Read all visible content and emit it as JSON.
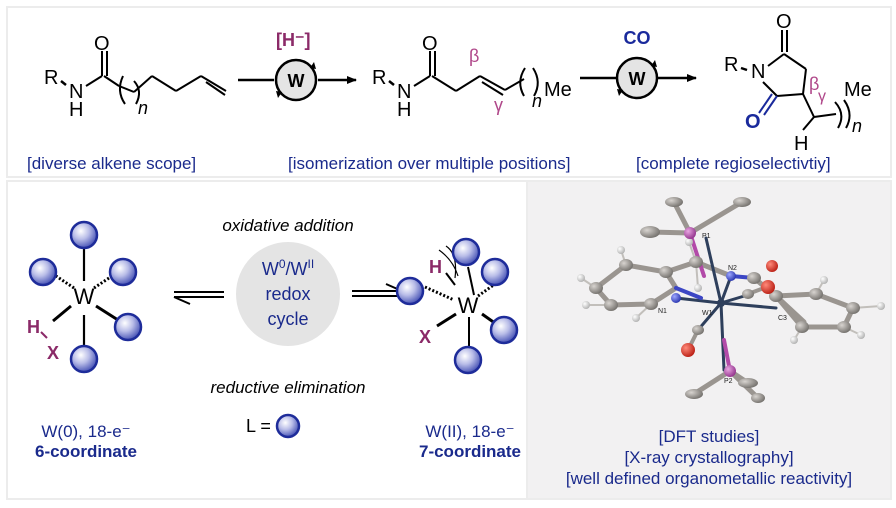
{
  "colors": {
    "caption_blue": "#1a2a8c",
    "accent_purple": "#8b2a68",
    "greek_pink": "#b0488a",
    "ligand_blue": "#1e2c9a",
    "catalyst_fill": "#e4e4e4",
    "panel_border": "#ececec",
    "crystal_bg": "#f2f1f2"
  },
  "top_panel": {
    "substrate": {
      "R": "R",
      "N": "N",
      "H": "H",
      "O": "O",
      "n": "n"
    },
    "step1": {
      "reagent": "[H⁻]",
      "catalyst": "W"
    },
    "intermediate": {
      "R": "R",
      "N": "N",
      "H": "H",
      "O": "O",
      "beta": "β",
      "gamma": "γ",
      "n": "n",
      "Me": "Me"
    },
    "step2": {
      "reagent": "CO",
      "catalyst": "W"
    },
    "product": {
      "R": "R",
      "N": "N",
      "O_top": "O",
      "O_bottom": "O",
      "beta": "β",
      "gamma": "γ",
      "H": "H",
      "n": "n",
      "Me": "Me"
    },
    "captions": [
      "[diverse alkene scope]",
      "[isomerization over multiple positions]",
      "[complete regioselectivtiy]"
    ]
  },
  "bottom_left_panel": {
    "left_complex": {
      "metal": "W",
      "H": "H",
      "X": "X",
      "caption_line1": "W(0), 18-e⁻",
      "caption_line2": "6-coordinate"
    },
    "cycle": {
      "line1_base": "W",
      "line1_sup1": "0",
      "line1_mid": "/W",
      "line1_sup2": "II",
      "line2": "redox",
      "line3": "cycle"
    },
    "top_label": "oxidative addition",
    "bottom_label": "reductive elimination",
    "legend_label": "L =",
    "right_complex": {
      "metal": "W",
      "H": "H",
      "X": "X",
      "caption_line1": "W(II), 18-e⁻",
      "caption_line2": "7-coordinate"
    }
  },
  "bottom_right_panel": {
    "atom_labels": {
      "P1": "P1",
      "P2": "P2",
      "N1": "N1",
      "N2": "N2",
      "W1": "W1",
      "C3": "C3"
    },
    "captions": [
      "[DFT studies]",
      "[X-ray crystallography]",
      "[well defined organometallic reactivity]"
    ]
  }
}
